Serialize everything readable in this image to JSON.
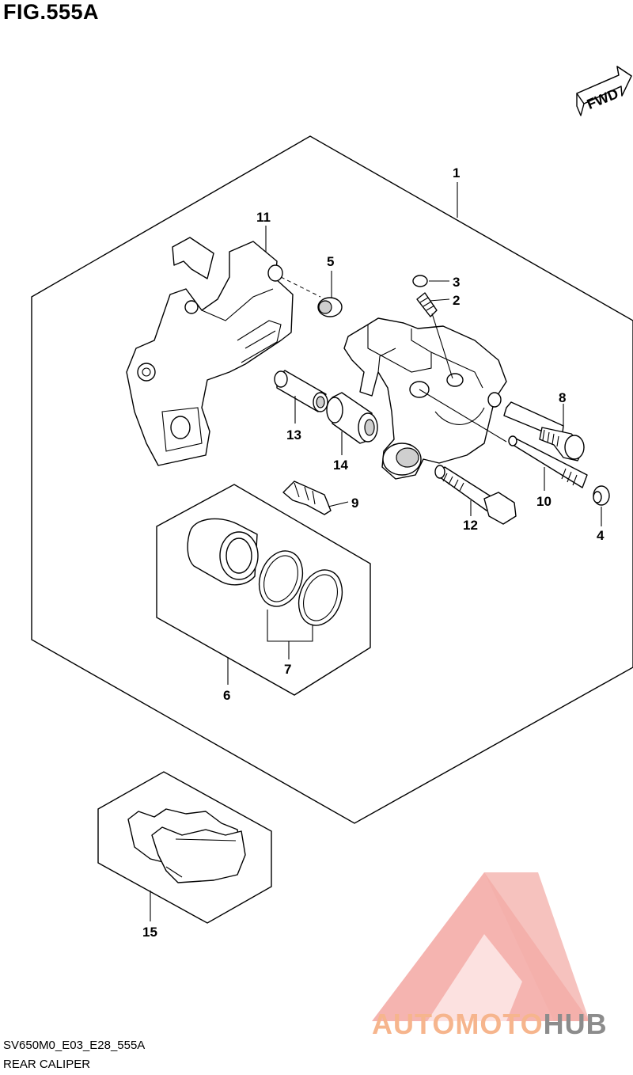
{
  "figure": {
    "title": "FIG.555A",
    "code": "SV650M0_E03_E28_555A",
    "caption": "REAR CALIPER",
    "fwd_label": "FWD"
  },
  "callouts": [
    {
      "id": "1",
      "label": "1"
    },
    {
      "id": "2",
      "label": "2"
    },
    {
      "id": "3",
      "label": "3"
    },
    {
      "id": "4",
      "label": "4"
    },
    {
      "id": "5",
      "label": "5"
    },
    {
      "id": "6",
      "label": "6"
    },
    {
      "id": "7",
      "label": "7"
    },
    {
      "id": "8",
      "label": "8"
    },
    {
      "id": "9",
      "label": "9"
    },
    {
      "id": "10",
      "label": "10"
    },
    {
      "id": "11",
      "label": "11"
    },
    {
      "id": "12",
      "label": "12"
    },
    {
      "id": "13",
      "label": "13"
    },
    {
      "id": "14",
      "label": "14"
    },
    {
      "id": "15",
      "label": "15"
    }
  ],
  "watermark": {
    "part1": "AUTOMOTO",
    "part2": "HUB",
    "color1": "#f6b58d",
    "color2": "#8c8c8c",
    "logo_color": "#f08a84"
  }
}
